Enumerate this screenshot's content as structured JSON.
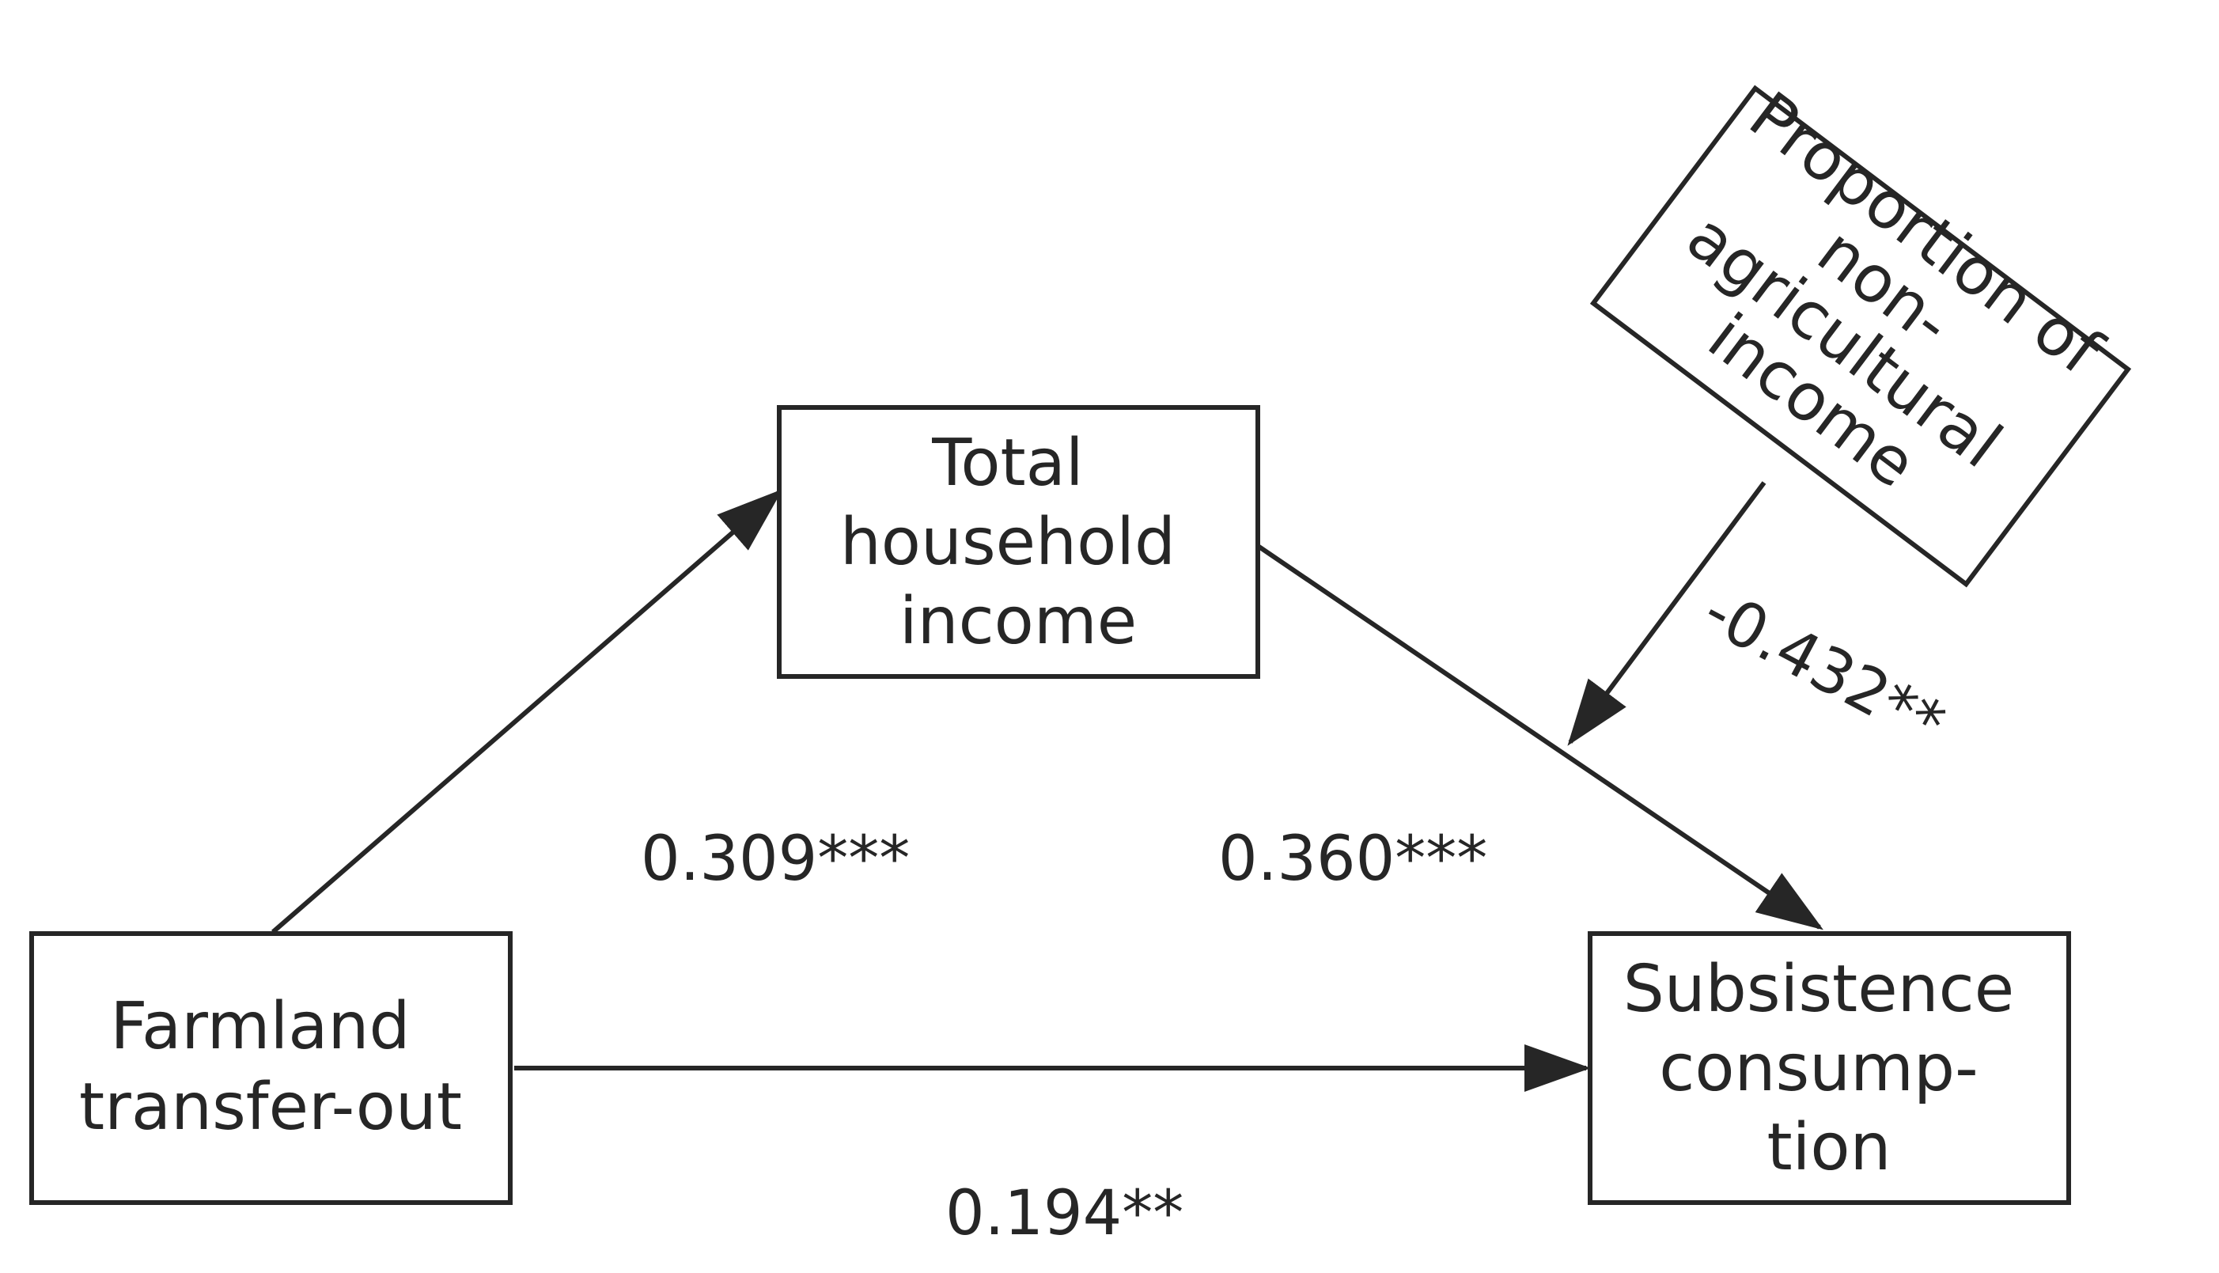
{
  "nodes": {
    "farmland": {
      "lines": [
        "Farmland",
        "transfer-out"
      ]
    },
    "income": {
      "lines": [
        "Total",
        "household",
        "income"
      ]
    },
    "consumption": {
      "lines": [
        "Subsistence",
        "consump-",
        "tion"
      ]
    },
    "moderator": {
      "lines": [
        "Proportion of",
        "non-",
        "agricultural",
        "income"
      ]
    }
  },
  "coefficients": {
    "farmland_to_income": "0.309***",
    "income_to_consumption": "0.360***",
    "farmland_to_consumption": "0.194**",
    "moderation": "-0.432**"
  },
  "colors": {
    "stroke": "#262626",
    "background": "#ffffff"
  }
}
